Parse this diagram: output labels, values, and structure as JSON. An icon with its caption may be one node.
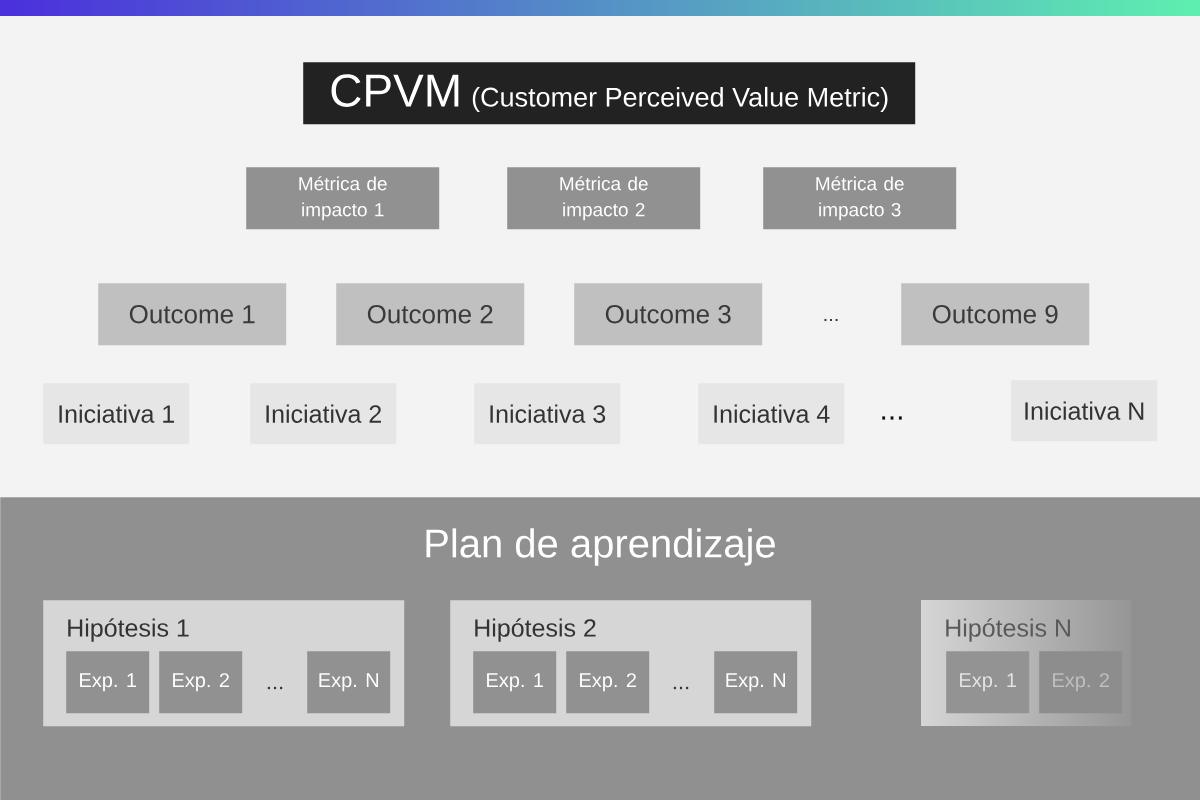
{
  "diagram": {
    "nodes": [
      {
        "text": [
          "CPVM",
          "(Customer Perceived Value Metric)"
        ]
      },
      {
        "text": [
          "Métrica de impacto 1"
        ]
      },
      {
        "text": [
          "Métrica de impacto 2"
        ]
      },
      {
        "text": [
          "Métrica de impacto 3"
        ]
      },
      {
        "text": [
          "Outcome 1"
        ]
      },
      {
        "text": [
          "Outcome 2"
        ]
      },
      {
        "text": [
          "Outcome 3"
        ]
      },
      {
        "text": [
          "Outcome 9"
        ]
      },
      {
        "text": [
          "Iniciativa 1"
        ]
      },
      {
        "text": [
          "Iniciativa 2"
        ]
      },
      {
        "text": [
          "Iniciativa 3"
        ]
      },
      {
        "text": [
          "Iniciativa 4"
        ]
      },
      {
        "text": [
          "Iniciativa N"
        ]
      },
      {
        "text": [
          "Plan de aprendizaje"
        ]
      },
      {
        "text": [
          "Hipótesis 1"
        ],
        "in": 13
      },
      {
        "text": [
          "Exp. 1"
        ],
        "in": 14
      },
      {
        "text": [
          "Exp. 2"
        ],
        "in": 14
      },
      {
        "text": [
          "Exp. N"
        ],
        "in": 14
      },
      {
        "text": [
          "Hipótesis 2"
        ],
        "in": 13
      },
      {
        "text": [
          "Exp. 1"
        ],
        "in": 18
      },
      {
        "text": [
          "Exp. 2"
        ],
        "in": 18
      },
      {
        "text": [
          "Exp. N"
        ],
        "in": 18
      },
      {
        "text": [
          "Hipótesis N"
        ],
        "in": 13
      },
      {
        "text": [
          "Exp. 1"
        ],
        "in": 22
      },
      {
        "text": [
          "Exp. 2"
        ],
        "in": 22
      }
    ],
    "labels": [
      "...",
      "...",
      "...",
      "..."
    ]
  }
}
